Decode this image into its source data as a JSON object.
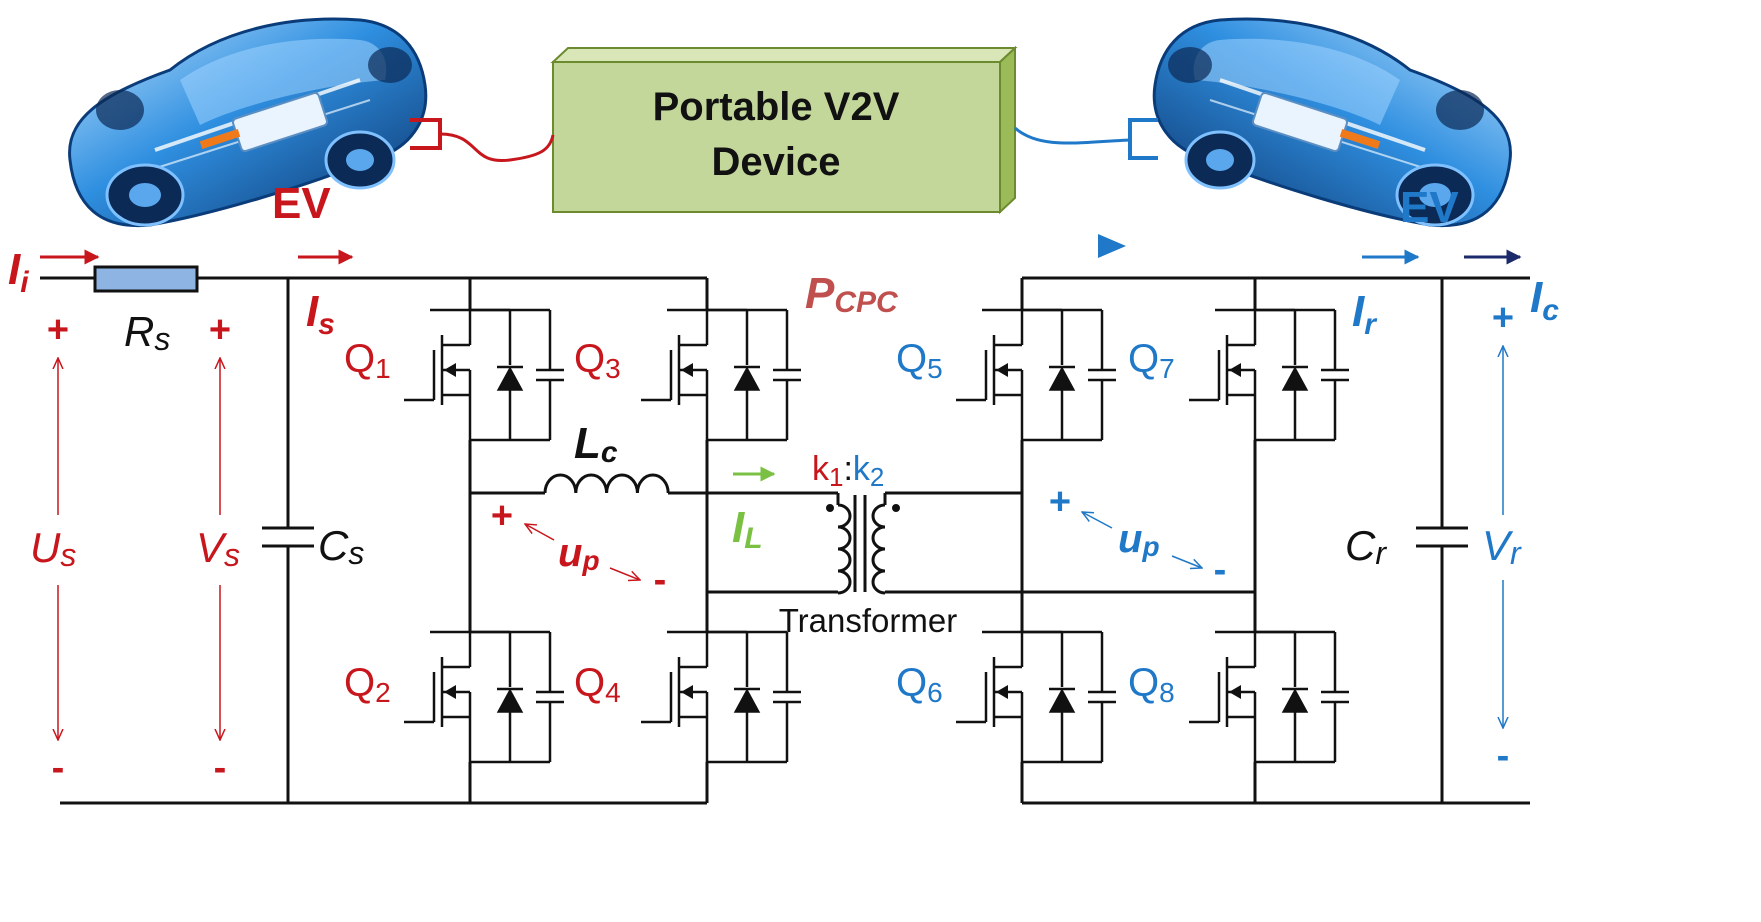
{
  "colors": {
    "source": "#c8161d",
    "receiver": "#1f78c8",
    "inductor_current": "#7ac143",
    "output_current": "#1b2a6b",
    "power_label": "#c0504d",
    "device_fill": "#c4d79b",
    "device_side": "#9bbb59",
    "wire": "#111111"
  },
  "device": {
    "line1": "Portable V2V",
    "line2": "Device"
  },
  "cars": {
    "left_label": "EV",
    "right_label": "EV",
    "icon": "electric-car-icon"
  },
  "labels": {
    "Ii": {
      "main": "I",
      "sub": "i"
    },
    "Rs": {
      "main": "R",
      "sub": "s"
    },
    "Is": {
      "main": "I",
      "sub": "s"
    },
    "Pcpc": {
      "main": "P",
      "sub": "CPC"
    },
    "Ir": {
      "main": "I",
      "sub": "r"
    },
    "Ic": {
      "main": "I",
      "sub": "c"
    },
    "Us": {
      "main": "U",
      "sub": "s"
    },
    "Vs": {
      "main": "V",
      "sub": "s"
    },
    "Cs": {
      "main": "C",
      "sub": "s"
    },
    "Cr": {
      "main": "C",
      "sub": "r"
    },
    "Vr": {
      "main": "V",
      "sub": "r"
    },
    "Lc": {
      "main": "L",
      "sub": "c"
    },
    "IL": {
      "main": "I",
      "sub": "L"
    },
    "up_left": {
      "main": "u",
      "sub": "p"
    },
    "up_right": {
      "main": "u",
      "sub": "p"
    },
    "ratio": {
      "k1": "k",
      "k1_sub": "1",
      "colon": ":",
      "k2": "k",
      "k2_sub": "2"
    },
    "transformer": "Transformer",
    "plus": "+",
    "minus": "-"
  },
  "switches": [
    {
      "name": "Q",
      "sub": "1"
    },
    {
      "name": "Q",
      "sub": "2"
    },
    {
      "name": "Q",
      "sub": "3"
    },
    {
      "name": "Q",
      "sub": "4"
    },
    {
      "name": "Q",
      "sub": "5"
    },
    {
      "name": "Q",
      "sub": "6"
    },
    {
      "name": "Q",
      "sub": "7"
    },
    {
      "name": "Q",
      "sub": "8"
    }
  ]
}
